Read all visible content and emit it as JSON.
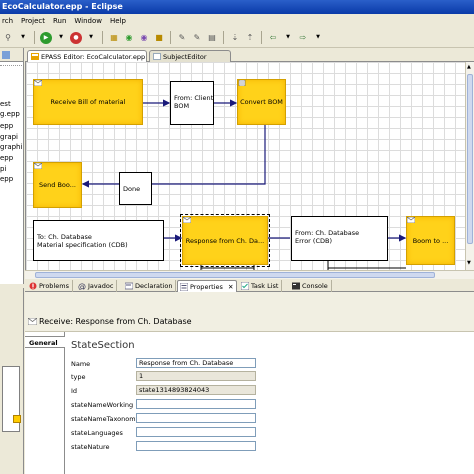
{
  "window": {
    "title": "EcoCalculator.epp - Eclipse"
  },
  "menu": [
    "rch",
    "Project",
    "Run",
    "Window",
    "Help"
  ],
  "editor_tabs": [
    {
      "label": "EPASS Editor: EcoCalculator.epp",
      "active": true
    },
    {
      "label": "SubjectEditor",
      "active": false
    }
  ],
  "navigator": {
    "items": [
      "est",
      "g.epp",
      "epp",
      "grapi",
      "graphi",
      "epp",
      "pi",
      "epp"
    ]
  },
  "diagram": {
    "states": [
      {
        "id": "receive",
        "label": "Receive Bill of material"
      },
      {
        "id": "convert",
        "label": "Convert BOM"
      },
      {
        "id": "send",
        "label": "Send Boo..."
      },
      {
        "id": "response",
        "label": "Response from Ch. Da..."
      },
      {
        "id": "boom",
        "label": "Boom to ..."
      }
    ],
    "data_objects": [
      {
        "id": "from_client",
        "lines": [
          "From: Client",
          "BOM"
        ]
      },
      {
        "id": "done",
        "lines": [
          "Done"
        ]
      },
      {
        "id": "to_db",
        "lines": [
          "To: Ch. Database",
          "Material specification (CDB)"
        ]
      },
      {
        "id": "from_db",
        "lines": [
          "From: Ch. Database",
          "Error (CDB)"
        ]
      }
    ]
  },
  "view_tabs": [
    {
      "label": "Problems",
      "icon": "problems-icon"
    },
    {
      "label": "Javadoc",
      "icon": "javadoc-icon"
    },
    {
      "label": "Declaration",
      "icon": "declaration-icon"
    },
    {
      "label": "Properties",
      "icon": "properties-icon",
      "active": true
    },
    {
      "label": "Task List",
      "icon": "task-list-icon"
    },
    {
      "label": "Console",
      "icon": "console-icon"
    }
  ],
  "properties": {
    "header": "Receive: Response from Ch. Database",
    "sidebar_tab": "General",
    "section_title": "StateSection",
    "fields": [
      {
        "label": "Name",
        "value": "Response from Ch. Database",
        "readonly": false
      },
      {
        "label": "type",
        "value": "1",
        "readonly": true
      },
      {
        "label": "Id",
        "value": "state1314893824043",
        "readonly": true
      },
      {
        "label": "stateNameWorking",
        "value": "",
        "readonly": false
      },
      {
        "label": "stateNameTaxonomy",
        "value": "",
        "readonly": false
      },
      {
        "label": "stateLanguages",
        "value": "",
        "readonly": false
      },
      {
        "label": "stateNature",
        "value": "",
        "readonly": false
      }
    ]
  },
  "colors": {
    "state_fill": "#ffd21a",
    "title_bar": "#0a3aa8",
    "selection": "#000000"
  }
}
